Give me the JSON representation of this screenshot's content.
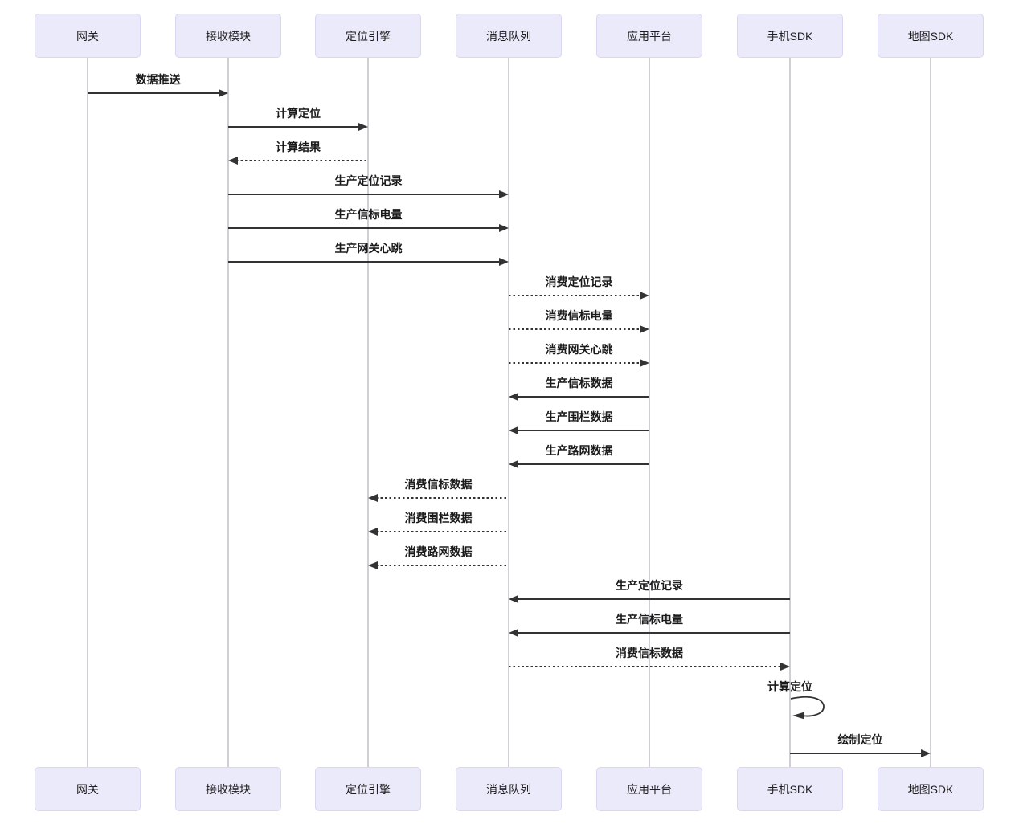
{
  "diagram": {
    "type": "sequence-diagram",
    "participants": [
      {
        "label": "网关"
      },
      {
        "label": "接收模块"
      },
      {
        "label": "定位引擎"
      },
      {
        "label": "消息队列"
      },
      {
        "label": "应用平台"
      },
      {
        "label": "手机SDK"
      },
      {
        "label": "地图SDK"
      }
    ],
    "messages": [
      {
        "label": "数据推送",
        "from": "网关",
        "to": "接收模块",
        "line": "solid"
      },
      {
        "label": "计算定位",
        "from": "接收模块",
        "to": "定位引擎",
        "line": "solid"
      },
      {
        "label": "计算结果",
        "from": "定位引擎",
        "to": "接收模块",
        "line": "dashed"
      },
      {
        "label": "生产定位记录",
        "from": "接收模块",
        "to": "消息队列",
        "line": "solid"
      },
      {
        "label": "生产信标电量",
        "from": "接收模块",
        "to": "消息队列",
        "line": "solid"
      },
      {
        "label": "生产网关心跳",
        "from": "接收模块",
        "to": "消息队列",
        "line": "solid"
      },
      {
        "label": "消费定位记录",
        "from": "消息队列",
        "to": "应用平台",
        "line": "dashed"
      },
      {
        "label": "消费信标电量",
        "from": "消息队列",
        "to": "应用平台",
        "line": "dashed"
      },
      {
        "label": "消费网关心跳",
        "from": "消息队列",
        "to": "应用平台",
        "line": "dashed"
      },
      {
        "label": "生产信标数据",
        "from": "应用平台",
        "to": "消息队列",
        "line": "solid"
      },
      {
        "label": "生产围栏数据",
        "from": "应用平台",
        "to": "消息队列",
        "line": "solid"
      },
      {
        "label": "生产路网数据",
        "from": "应用平台",
        "to": "消息队列",
        "line": "solid"
      },
      {
        "label": "消费信标数据",
        "from": "消息队列",
        "to": "定位引擎",
        "line": "dashed"
      },
      {
        "label": "消费围栏数据",
        "from": "消息队列",
        "to": "定位引擎",
        "line": "dashed"
      },
      {
        "label": "消费路网数据",
        "from": "消息队列",
        "to": "定位引擎",
        "line": "dashed"
      },
      {
        "label": "生产定位记录",
        "from": "手机SDK",
        "to": "消息队列",
        "line": "solid"
      },
      {
        "label": "生产信标电量",
        "from": "手机SDK",
        "to": "消息队列",
        "line": "solid"
      },
      {
        "label": "消费信标数据",
        "from": "消息队列",
        "to": "手机SDK",
        "line": "dashed"
      },
      {
        "label": "计算定位",
        "from": "手机SDK",
        "to": "手机SDK",
        "line": "self"
      },
      {
        "label": "绘制定位",
        "from": "手机SDK",
        "to": "地图SDK",
        "line": "solid"
      }
    ],
    "colors": {
      "background": "#FFFFFF",
      "participant_fill": "#EBEAFA",
      "participant_border": "#D9D7F2",
      "lifeline": "#CFCFD6",
      "arrow": "#333333",
      "text": "#1A1A1A"
    }
  }
}
